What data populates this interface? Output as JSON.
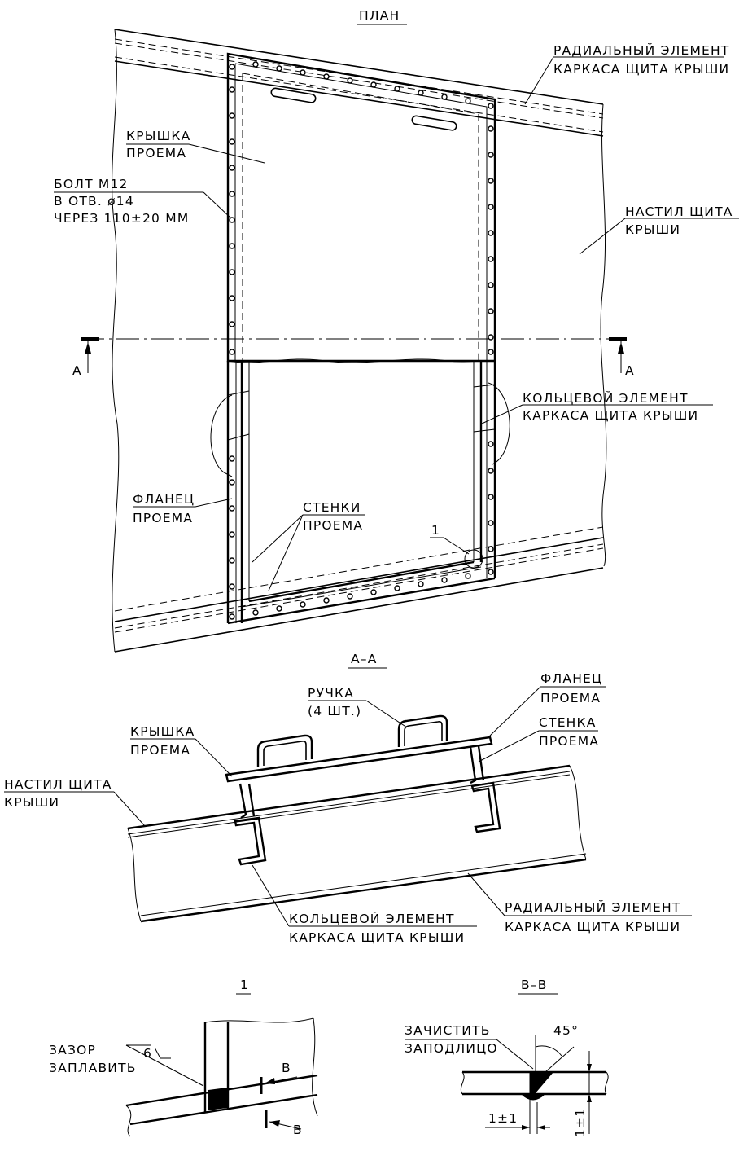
{
  "plan": {
    "title": "ПЛАН",
    "radial_element": [
      "РАДИАЛЬНЫЙ ЭЛЕМЕНТ",
      "КАРКАСА ЩИТА КРЫШИ"
    ],
    "cover": [
      "КРЫШКА",
      "ПРОЕМА"
    ],
    "bolt": [
      "БОЛТ М12",
      "В ОТВ. ø14",
      "ЧЕРЕЗ 110±20 ММ"
    ],
    "deck": [
      "НАСТИЛ ЩИТА",
      "КРЫШИ"
    ],
    "ring_element": [
      "КОЛЬЦЕВОЙ ЭЛЕМЕНТ",
      "КАРКАСА ЩИТА КРЫШИ"
    ],
    "flange": [
      "ФЛАНЕЦ",
      "ПРОЕМА"
    ],
    "walls": [
      "СТЕНКИ",
      "ПРОЕМА"
    ],
    "detail_callout": "1",
    "section_mark": "А"
  },
  "section_aa": {
    "title": "А–А",
    "handle": [
      "РУЧКА",
      "(4 ШТ.)"
    ],
    "flange": [
      "ФЛАНЕЦ",
      "ПРОЕМА"
    ],
    "cover": [
      "КРЫШКА",
      "ПРОЕМА"
    ],
    "wall": [
      "СТЕНКА",
      "ПРОЕМА"
    ],
    "deck": [
      "НАСТИЛ ЩИТА",
      "КРЫШИ"
    ],
    "ring_element": [
      "КОЛЬЦЕВОЙ ЭЛЕМЕНТ",
      "КАРКАСА ЩИТА КРЫШИ"
    ],
    "radial_element": [
      "РАДИАЛЬНЫЙ ЭЛЕМЕНТ",
      "КАРКАСА ЩИТА КРЫШИ"
    ]
  },
  "detail_1": {
    "title": "1",
    "gap": [
      "ЗАЗОР",
      "ЗАПЛАВИТЬ"
    ],
    "weld_size": "6",
    "section_mark": "В"
  },
  "section_bb": {
    "title": "В–В",
    "clean": [
      "ЗАЧИСТИТЬ",
      "ЗАПОДЛИЦО"
    ],
    "angle": "45°",
    "dim_h": "1±1",
    "dim_v": "1±1"
  }
}
